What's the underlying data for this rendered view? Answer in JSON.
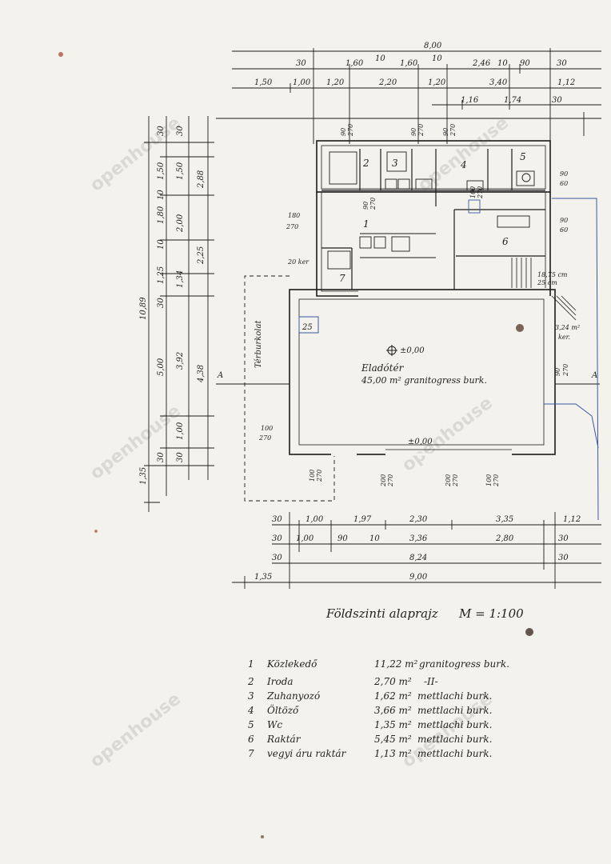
{
  "dims": {
    "top_total": "8,00",
    "top_row1": [
      "30",
      "1,60",
      "10",
      "1,60",
      "10",
      "2,46",
      "10",
      "90",
      "30"
    ],
    "top_row2": [
      "1,50",
      "1,00",
      "1,20",
      "2,20",
      "1,20",
      "3,40",
      "1,12"
    ],
    "top_row3": [
      "1,16",
      "1,74",
      "30"
    ],
    "left_total": "10,89",
    "left_col1": [
      "30",
      "1,50",
      "10",
      "1,80",
      "10",
      "1,25",
      "30",
      "5,00",
      "30",
      "1,35"
    ],
    "left_col2": [
      "30",
      "1,50",
      "2,00",
      "1,34",
      "3,92",
      "1,00",
      "30"
    ],
    "left_col3": [
      "2,88",
      "2,25",
      "4,38"
    ],
    "bottom_row1": [
      "30",
      "1,00",
      "1,97",
      "2,30",
      "3,35",
      "1,12"
    ],
    "bottom_row2": [
      "30",
      "1,00",
      "90",
      "10",
      "3,36",
      "2,80",
      "30"
    ],
    "bottom_row3": [
      "30",
      "8,24",
      "30"
    ],
    "bottom_total_a": "1,35",
    "bottom_total_b": "9,00"
  },
  "plan": {
    "eladoter_title": "Eladótér",
    "eladoter_area": "45,00 m² granitogress burk.",
    "level_mark": "±0,00",
    "floor_mark": "±0,00",
    "terrace_label": "Térburkolat",
    "cross_marker": "A",
    "window_marks": [
      "90",
      "270",
      "90",
      "270",
      "90",
      "270",
      "90",
      "270",
      "180",
      "270",
      "90",
      "60",
      "90",
      "60",
      "90",
      "270",
      "100",
      "270",
      "100",
      "270",
      "200",
      "270",
      "200",
      "270",
      "100",
      "270",
      "100",
      "270"
    ],
    "stair_note_1": "20 ker",
    "stair_note_2": "18,75 cm",
    "stair_note_3": "25 cm",
    "stair_area": "3,24 m²",
    "stair_area2": "ker.",
    "room_numbers": [
      "1",
      "2",
      "3",
      "4",
      "5",
      "6",
      "7"
    ],
    "blue_note": "25"
  },
  "title": "Földszinti alaprajz",
  "scale": "M = 1:100",
  "legend": [
    {
      "num": "1",
      "name": "Közlekedő",
      "area": "11,22 m²",
      "finish": "granitogress burk."
    },
    {
      "num": "2",
      "name": "Iroda",
      "area": "2,70 m²",
      "finish": "-II-"
    },
    {
      "num": "3",
      "name": "Zuhanyozó",
      "area": "1,62 m²",
      "finish": "mettlachi burk."
    },
    {
      "num": "4",
      "name": "Öltöző",
      "area": "3,66 m²",
      "finish": "mettlachi burk."
    },
    {
      "num": "5",
      "name": "Wc",
      "area": "1,35 m²",
      "finish": "mettlachi burk."
    },
    {
      "num": "6",
      "name": "Raktár",
      "area": "5,45 m²",
      "finish": "mettlachi burk."
    },
    {
      "num": "7",
      "name": "vegyi áru raktár",
      "area": "1,13 m²",
      "finish": "mettlachi burk."
    }
  ],
  "watermark": "openhouse",
  "colors": {
    "ink": "#1c1c1c",
    "pencil": "#3a58a8",
    "paper": "#f4f2ec"
  }
}
